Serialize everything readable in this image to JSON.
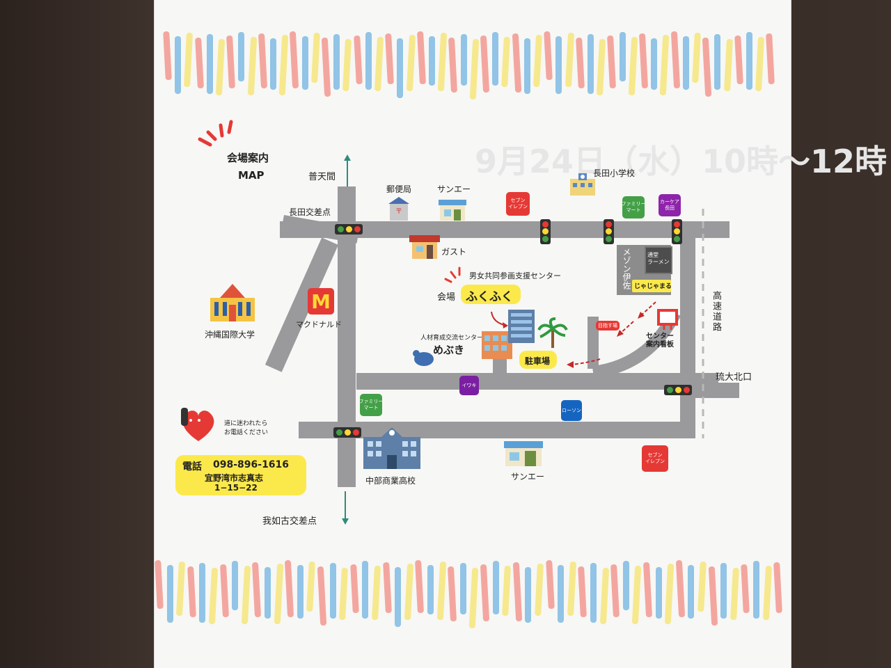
{
  "map": {
    "title_line1": "会場案内",
    "title_line2": "MAP",
    "dir_north": "普天間",
    "dir_south": "我如古交差点",
    "places": {
      "nagata_intersection": "長田交差点",
      "post_office": "郵便局",
      "sanei_top": "サンエー",
      "seven_top": "セブン\nイレブン",
      "nagata_school": "長田小学校",
      "familymart_top": "ファミリー\nマート",
      "carecare": "カーケア\n長田",
      "gusto": "ガスト",
      "gender_center": "男女共同参画支援センター",
      "venue_prefix": "会場",
      "venue_name": "ふくふく",
      "university": "沖縄国際大学",
      "mcdonalds": "マクドナルド",
      "mcd_logo": "M",
      "mezon": "メゾン伊佐",
      "ramen": "通堂\nラーメン",
      "jajamaru": "じゃじゃまる",
      "highway": "高速道路",
      "hr_center": "人材育成交流センター",
      "mebuki": "めぶき",
      "parking": "駐車場",
      "mokuteki_sign": "目指す場",
      "center_sign": "センター\n案内看板",
      "ryudai": "琉大北口",
      "iwaki": "イワキ",
      "familymart_bottom": "ファミリー\nマート",
      "lawson": "ローソン",
      "chubu_school": "中部商業高校",
      "sanei_bottom": "サンエー",
      "seven_bottom": "セブン\nイレブン"
    },
    "lost_text": "道に迷われたら\nお電話ください",
    "phone_label": "電話",
    "phone_number": "098-896-1616",
    "address_line1": "宜野湾市志真志",
    "address_line2": "1−15−22"
  },
  "colors": {
    "road": "#9a9a9d",
    "highlight": "#fbe94b",
    "seven": "#e53935",
    "familymart": "#43a047",
    "carecare": "#8e24aa",
    "iwaki": "#7b1fa2",
    "lawson": "#1565c0",
    "arrow": "#c62828",
    "direction_arrow": "#2e8b7a"
  }
}
